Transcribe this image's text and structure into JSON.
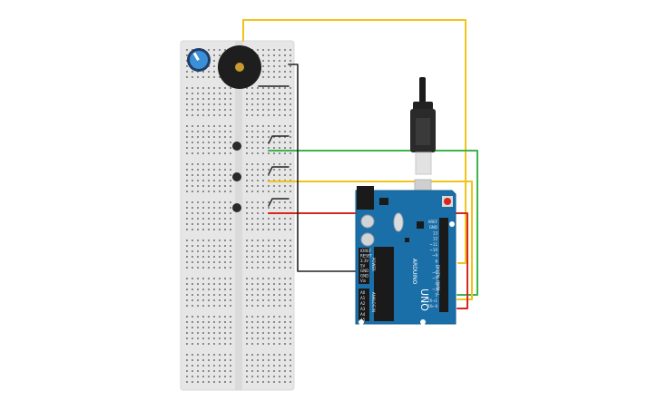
{
  "arduino": {
    "brand": "ARDUINO",
    "model": "UNO",
    "digital_header": "DIGITAL (PWM~)",
    "power_header": "POWER",
    "analog_header": "ANALOG IN",
    "analog_pins": [
      "A0",
      "A1",
      "A2",
      "A3",
      "A4",
      "A5"
    ],
    "power_pins": [
      "IOREF",
      "RESET",
      "3.3V",
      "5V",
      "GND",
      "GND",
      "Vin"
    ],
    "digital_pins": [
      "AREF",
      "GND",
      "13",
      "12",
      "~11",
      "~10",
      "~9",
      "8",
      "7",
      "~6",
      "~5",
      "4",
      "~3",
      "2",
      "TX→1",
      "RX←0"
    ]
  },
  "colors": {
    "board": "#1b6fa8",
    "breadboard": "#e9e9e9",
    "wire_yellow": "#f0c419",
    "wire_green": "#3cb44b",
    "wire_red": "#d7261e",
    "wire_black": "#222222",
    "potentiometer": "#2c7dc4"
  },
  "icons": {
    "potentiometer": "potentiometer-icon",
    "buzzer": "piezo-buzzer-icon",
    "usb": "usb-cable-icon",
    "button": "pushbutton-icon"
  }
}
